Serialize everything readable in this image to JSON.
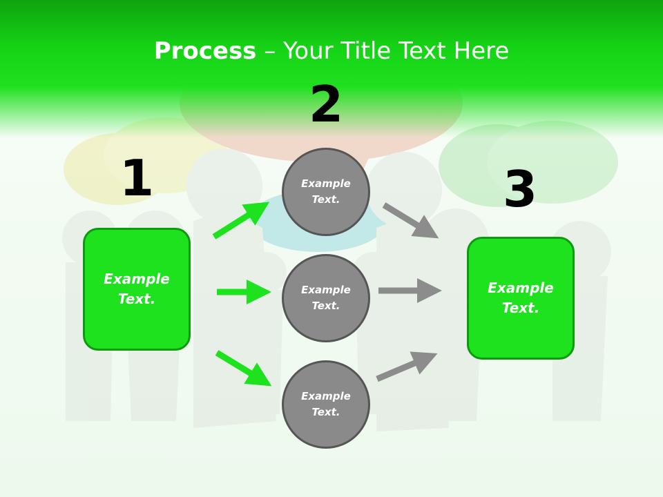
{
  "title": {
    "bold": "Process",
    "rest": " – Your Title Text Here"
  },
  "steps": [
    {
      "number": "1",
      "text": "Example Text."
    },
    {
      "number": "2"
    },
    {
      "number": "3",
      "text": "Example Text."
    }
  ],
  "circles": [
    {
      "text": "Example Text."
    },
    {
      "text": "Example Text."
    },
    {
      "text": "Example Text."
    }
  ],
  "colors": {
    "green": "#1ee21e",
    "green_dark": "#0e9a0e",
    "gray": "#8a8a8a",
    "arrow_gray": "#8c8c8c"
  }
}
